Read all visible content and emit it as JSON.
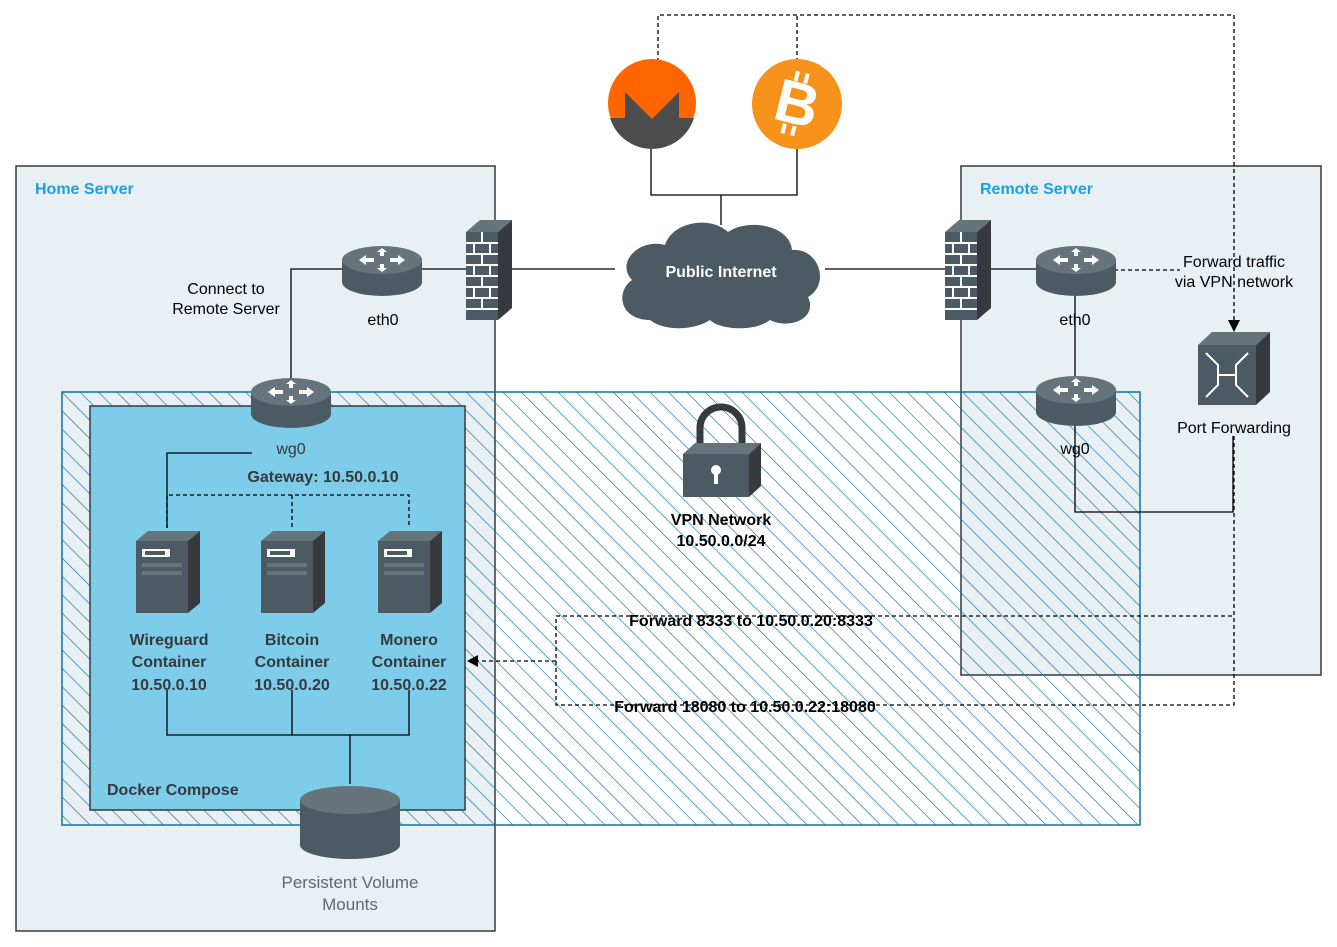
{
  "colors": {
    "panel_fill": "#e9f0f3",
    "panel_stroke": "#36393d",
    "title_blue": "#1ba1e2",
    "hatch_blue": "#10739e",
    "docker_fill": "#7dcdea",
    "dark_icon": "#4b5a63",
    "monero_orange": "#ff6600",
    "bitcoin_orange": "#f7931a",
    "text_gray": "#5f6a70"
  },
  "home_server": {
    "title": "Home Server"
  },
  "remote_server": {
    "title": "Remote Server"
  },
  "internet": {
    "label": "Public Internet"
  },
  "home_router": {
    "label": "eth0"
  },
  "home_wg": {
    "label": "wg0"
  },
  "connect_label": {
    "line1": "Connect to",
    "line2": "Remote Server"
  },
  "remote_router": {
    "label": "eth0"
  },
  "remote_wg": {
    "label": "wg0"
  },
  "forward_traffic": {
    "line1": "Forward traffic",
    "line2": "via VPN network"
  },
  "port_forwarding": {
    "label": "Port Forwarding"
  },
  "vpn": {
    "line1": "VPN Network",
    "line2": "10.50.0.0/24"
  },
  "gateway": {
    "label": "Gateway: 10.50.0.10"
  },
  "docker": {
    "label": "Docker Compose"
  },
  "containers": [
    {
      "name1": "Wireguard",
      "name2": "Container",
      "ip": "10.50.0.10"
    },
    {
      "name1": "Bitcoin",
      "name2": "Container",
      "ip": "10.50.0.20"
    },
    {
      "name1": "Monero",
      "name2": "Container",
      "ip": "10.50.0.22"
    }
  ],
  "forwards": {
    "f1": "Forward 8333 to 10.50.0.20:8333",
    "f2": "Forward 18080 to 10.50.0.22:18080"
  },
  "volume": {
    "line1": "Persistent Volume",
    "line2": "Mounts"
  },
  "icons": {
    "monero": "monero-logo-icon",
    "bitcoin": "bitcoin-logo-icon",
    "firewall": "firewall-icon",
    "router": "router-icon",
    "server": "server-icon",
    "lock": "lock-icon",
    "switch": "switch-icon",
    "database": "database-icon",
    "cloud": "cloud-icon"
  }
}
